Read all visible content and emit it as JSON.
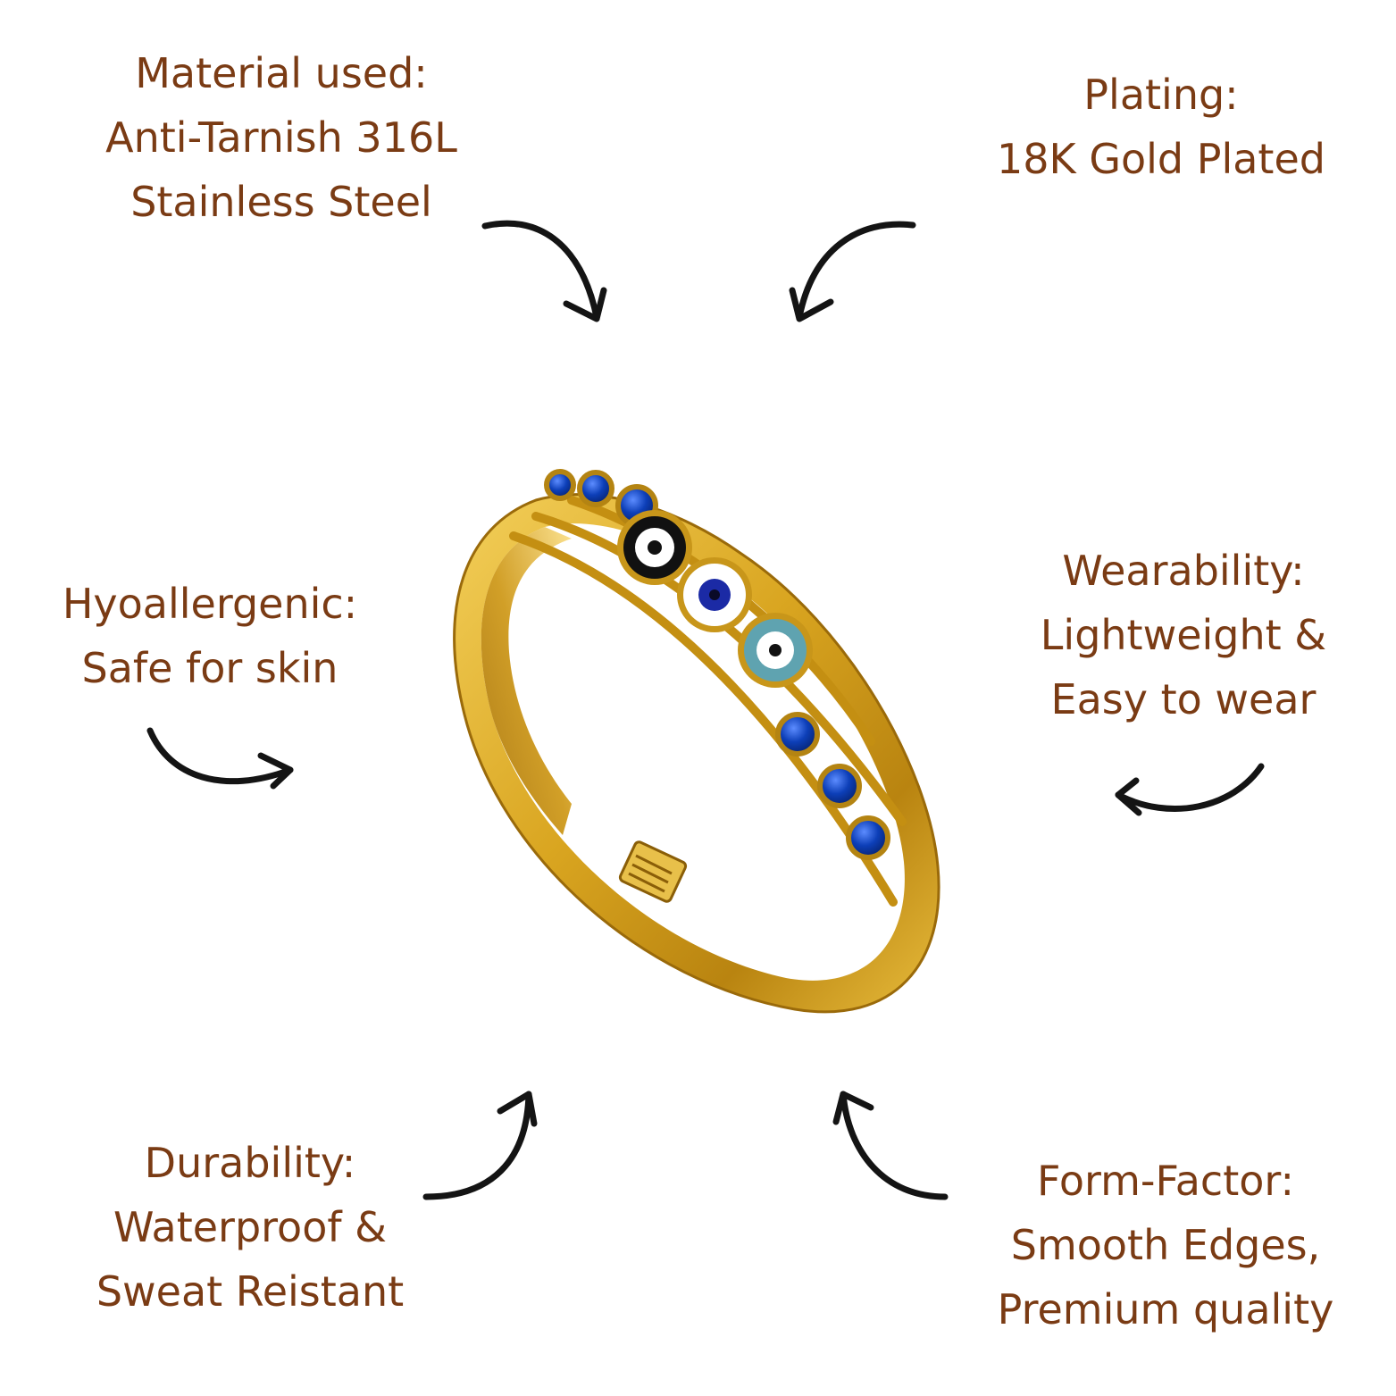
{
  "features": {
    "material": {
      "heading": "Material used:",
      "line1": "Anti-Tarnish 316L",
      "line2": "Stainless Steel"
    },
    "plating": {
      "heading": "Plating:",
      "line1": "18K Gold Plated"
    },
    "hypo": {
      "heading": "Hyoallergenic:",
      "line1": "Safe for skin"
    },
    "wear": {
      "heading": "Wearability:",
      "line1": "Lightweight &",
      "line2": "Easy to wear"
    },
    "durability": {
      "heading": "Durability:",
      "line1": "Waterproof &",
      "line2": "Sweat Reistant"
    },
    "form": {
      "heading": "Form-Factor:",
      "line1": "Smooth Edges,",
      "line2": "Premium quality"
    }
  },
  "colors": {
    "text": "#7a3b14",
    "gold": "#d9a520",
    "gem_blue": "#0d3fb8",
    "arrow": "#141414"
  },
  "product": {
    "icon": "evil-eye-bangle"
  }
}
